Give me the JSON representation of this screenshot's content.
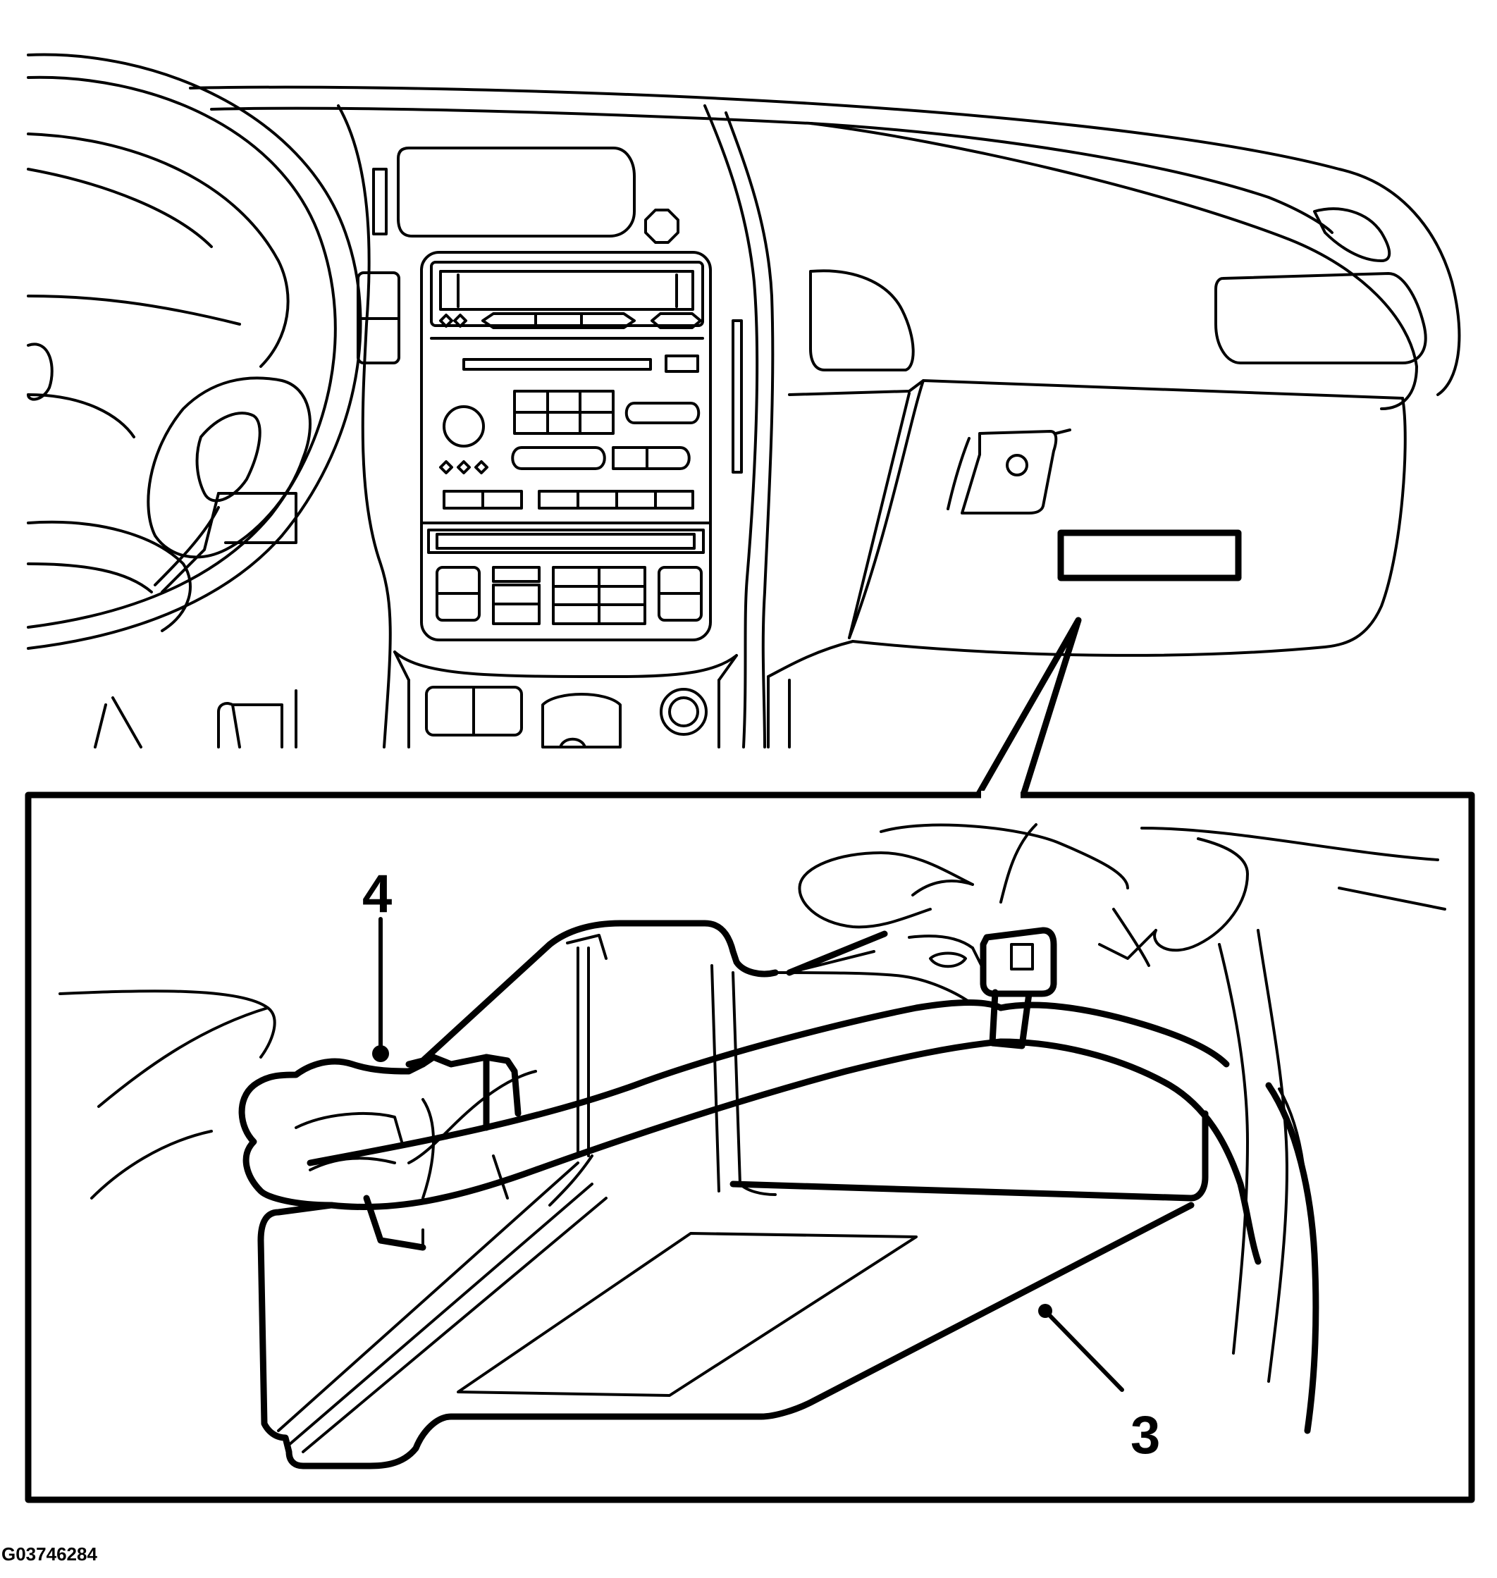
{
  "diagram": {
    "callouts": [
      {
        "number": "4",
        "target": "connector"
      },
      {
        "number": "3",
        "target": "module"
      }
    ],
    "figure_id": "G03746284"
  },
  "colors": {
    "line": "#000000",
    "background": "#ffffff"
  },
  "icons": [
    "dashboard-illustration",
    "detail-magnifier-illustration",
    "tie-strap-icon"
  ]
}
